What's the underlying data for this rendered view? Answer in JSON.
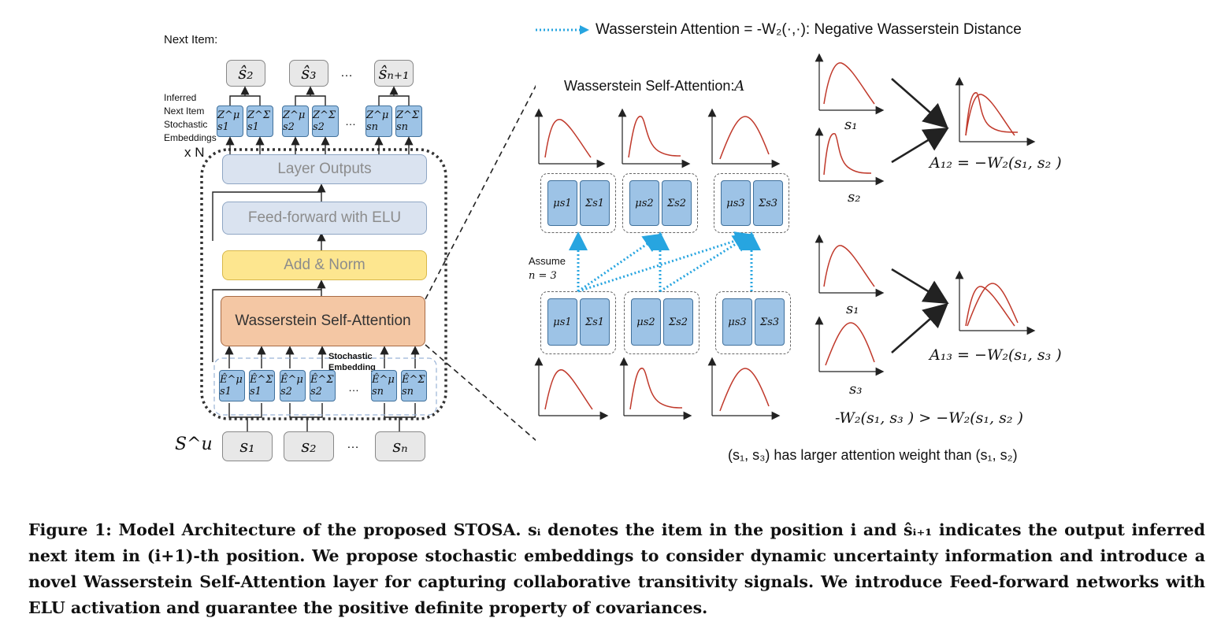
{
  "left": {
    "next_item_label": "Next Item:",
    "outputs": [
      "ŝ₂",
      "ŝ₃",
      "…",
      "ŝₙ₊₁"
    ],
    "inferred_label": [
      "Inferred",
      "Next Item",
      "Stochastic",
      "Embeddings"
    ],
    "z_embeddings": [
      "Z^μ s1",
      "Z^Σ s1",
      "Z^μ s2",
      "Z^Σ s2",
      "…",
      "Z^μ sn",
      "Z^Σ sn"
    ],
    "repeat_label": "x N",
    "layer_outputs": "Layer Outputs",
    "feed_forward": "Feed-forward with ELU",
    "add_norm": "Add & Norm",
    "wsa": "Wasserstein Self-Attention",
    "stochastic_label": "Stochastic Embedding",
    "e_embeddings": [
      "Ê^μ s1",
      "Ê^Σ s1",
      "Ê^μ s2",
      "Ê^Σ s2",
      "…",
      "Ê^μ sn",
      "Ê^Σ sn"
    ],
    "sequence_label": "S^u",
    "inputs": [
      "s₁",
      "s₂",
      "…",
      "sₙ"
    ]
  },
  "legend": {
    "text": "Wasserstein Attention = -W₂(·,·): Negative Wasserstein Distance",
    "color": "#27a5e0"
  },
  "middle": {
    "title": "Wasserstein Self-Attention:",
    "title_symbol": "A",
    "assume": [
      "Assume",
      "n = 3"
    ],
    "top_pairs": [
      [
        "μs1",
        "Σs1"
      ],
      [
        "μs2",
        "Σs2"
      ],
      [
        "μs3",
        "Σs3"
      ]
    ],
    "bottom_pairs": [
      [
        "μs1",
        "Σs1"
      ],
      [
        "μs2",
        "Σs2"
      ],
      [
        "μs3",
        "Σs3"
      ]
    ]
  },
  "right": {
    "top_labels": [
      "s₁",
      "s₂"
    ],
    "top_formula": "A₁₂ = −W₂(s₁, s₂ )",
    "bottom_labels": [
      "s₁",
      "s₃"
    ],
    "bottom_formula": "A₁₃ = −W₂(s₁, s₃ )",
    "inequality": "-W₂(s₁, s₃ ) > −W₂(s₁, s₂ )",
    "conclusion": "(s₁, s₃) has larger attention weight than (s₁, s₂)"
  },
  "curve_color": "#c0392b",
  "caption": "Figure 1: Model Architecture of the proposed STOSA. sᵢ denotes the item in the position i and ŝᵢ₊₁ indicates the output inferred next item in (i+1)-th position. We propose stochastic embeddings to consider dynamic uncertainty information and introduce a novel Wasserstein Self-Attention layer for capturing collaborative transitivity signals. We introduce Feed-forward networks with ELU activation and guarantee the positive definite property of covariances."
}
